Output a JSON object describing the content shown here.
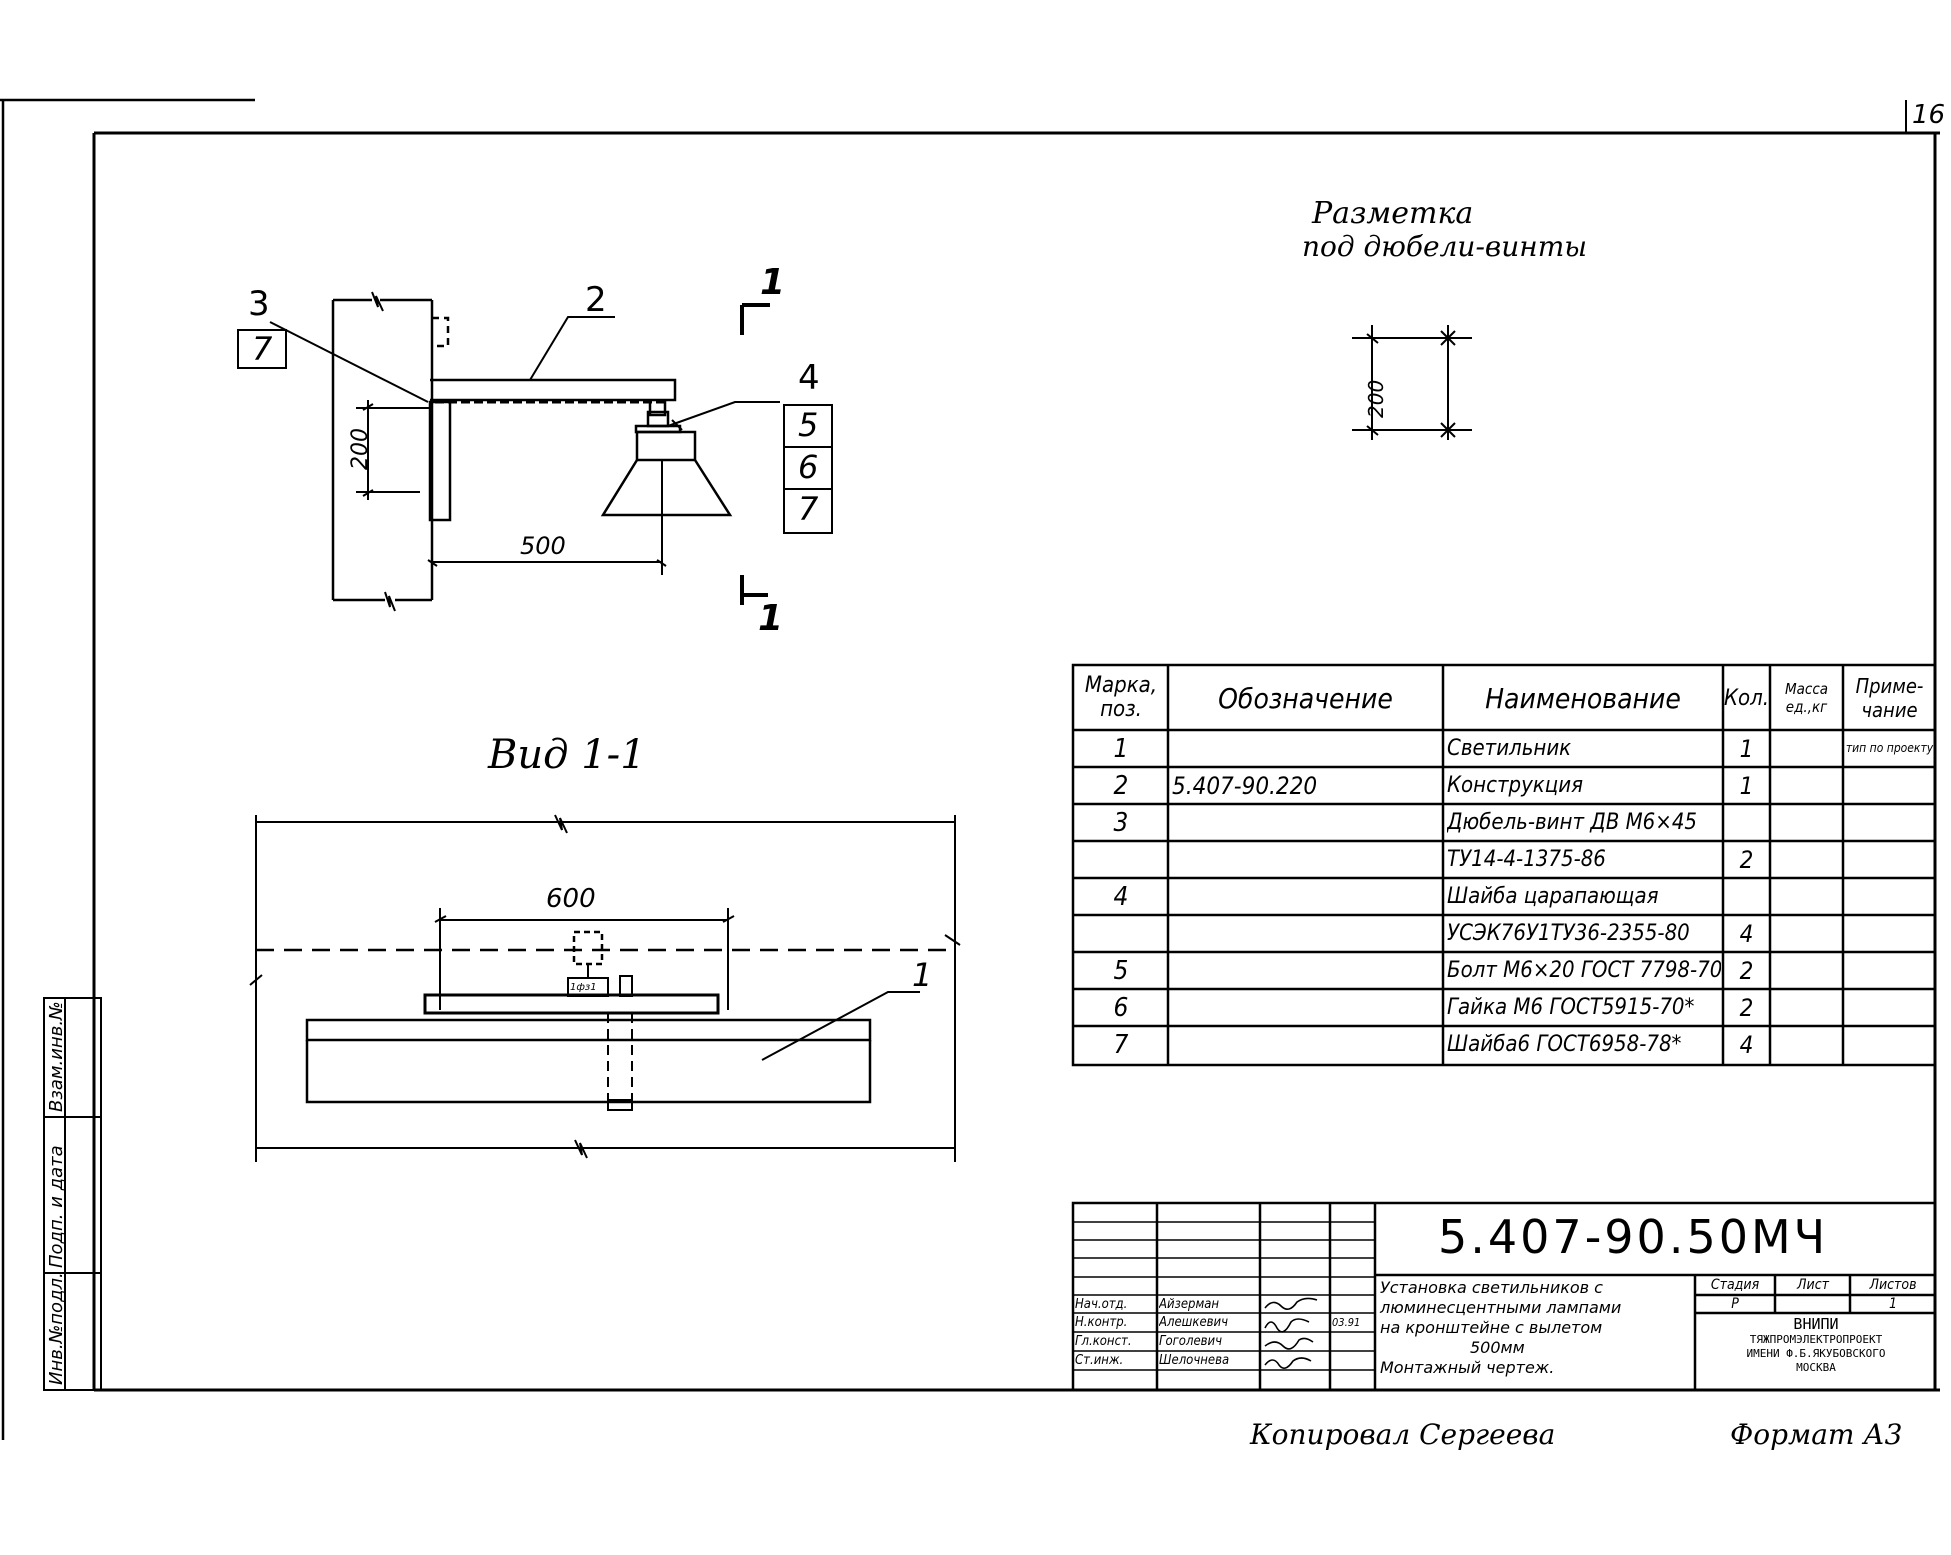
{
  "sheet": {
    "page_number": "16",
    "format": "Формат А3",
    "copied_by": "Копировал  Сергеева"
  },
  "side_stamps": [
    "Инв.№подл.",
    "Подп. и дата",
    "Взам.инв.№"
  ],
  "drawing_top": {
    "callout_3": "3",
    "callout_2": "2",
    "callout_4": "4",
    "sub_7": "7",
    "sub_5": "5",
    "sub_6": "6",
    "sub_7b": "7",
    "dim_200": "200",
    "dim_500": "500",
    "section_mark_top": "1",
    "section_mark_bottom": "1"
  },
  "marking": {
    "title_line1": "Разметка",
    "title_line2": "под дюбели-винты",
    "dim_200": "200"
  },
  "view_1_1": {
    "title": "Вид 1-1",
    "dim_600": "600",
    "callout_1": "1",
    "small_label": "1фз1"
  },
  "spec_table": {
    "headers": [
      "Марка, поз.",
      "Обозначение",
      "Наименование",
      "Кол.",
      "Масса ед.,кг",
      "Приме- чание"
    ],
    "rows": [
      {
        "pos": "1",
        "code": "",
        "name": "Светильник",
        "qty": "1",
        "mass": "",
        "note": "тип по проекту"
      },
      {
        "pos": "2",
        "code": "5.407-90.220",
        "name": "Конструкция",
        "qty": "1",
        "mass": "",
        "note": ""
      },
      {
        "pos": "3",
        "code": "",
        "name": "Дюбель-винт ДВ М6×45",
        "qty": "",
        "mass": "",
        "note": ""
      },
      {
        "pos": "",
        "code": "",
        "name": "ТУ14-4-1375-86",
        "qty": "2",
        "mass": "",
        "note": ""
      },
      {
        "pos": "4",
        "code": "",
        "name": "Шайба царапающая",
        "qty": "",
        "mass": "",
        "note": ""
      },
      {
        "pos": "",
        "code": "",
        "name": "УСЭК76У1ТУ36-2355-80",
        "qty": "4",
        "mass": "",
        "note": ""
      },
      {
        "pos": "5",
        "code": "",
        "name": "Болт М6×20 ГОСТ 7798-70*",
        "qty": "2",
        "mass": "",
        "note": ""
      },
      {
        "pos": "6",
        "code": "",
        "name": "Гайка М6 ГОСТ5915-70*",
        "qty": "2",
        "mass": "",
        "note": ""
      },
      {
        "pos": "7",
        "code": "",
        "name": "Шайба6 ГОСТ6958-78*",
        "qty": "4",
        "mass": "",
        "note": ""
      }
    ]
  },
  "title_block": {
    "doc_code": "5.407-90.50МЧ",
    "title_lines": [
      "Установка светильников с",
      "люминесцентными лампами",
      "на кронштейне с вылетом",
      "500мм",
      "Монтажный чертеж."
    ],
    "stage_label": "Стадия",
    "sheet_label": "Лист",
    "sheets_label": "Листов",
    "stage_value": "Р",
    "sheets_value": "1",
    "org_lines": [
      "ВНИПИ",
      "ТЯЖПРОМЭЛЕКТРОПРОЕКТ",
      "ИМЕНИ Ф.Б.ЯКУБОВСКОГО",
      "МОСКВА"
    ],
    "signers": [
      {
        "role": "Нач.отд.",
        "name": "Айзерман",
        "date": ""
      },
      {
        "role": "Н.контр.",
        "name": "Алешкевич",
        "date": "03.91"
      },
      {
        "role": "Гл.конст.",
        "name": "Гоголевич",
        "date": ""
      },
      {
        "role": "Ст.инж.",
        "name": "Шелочнева",
        "date": ""
      }
    ]
  }
}
